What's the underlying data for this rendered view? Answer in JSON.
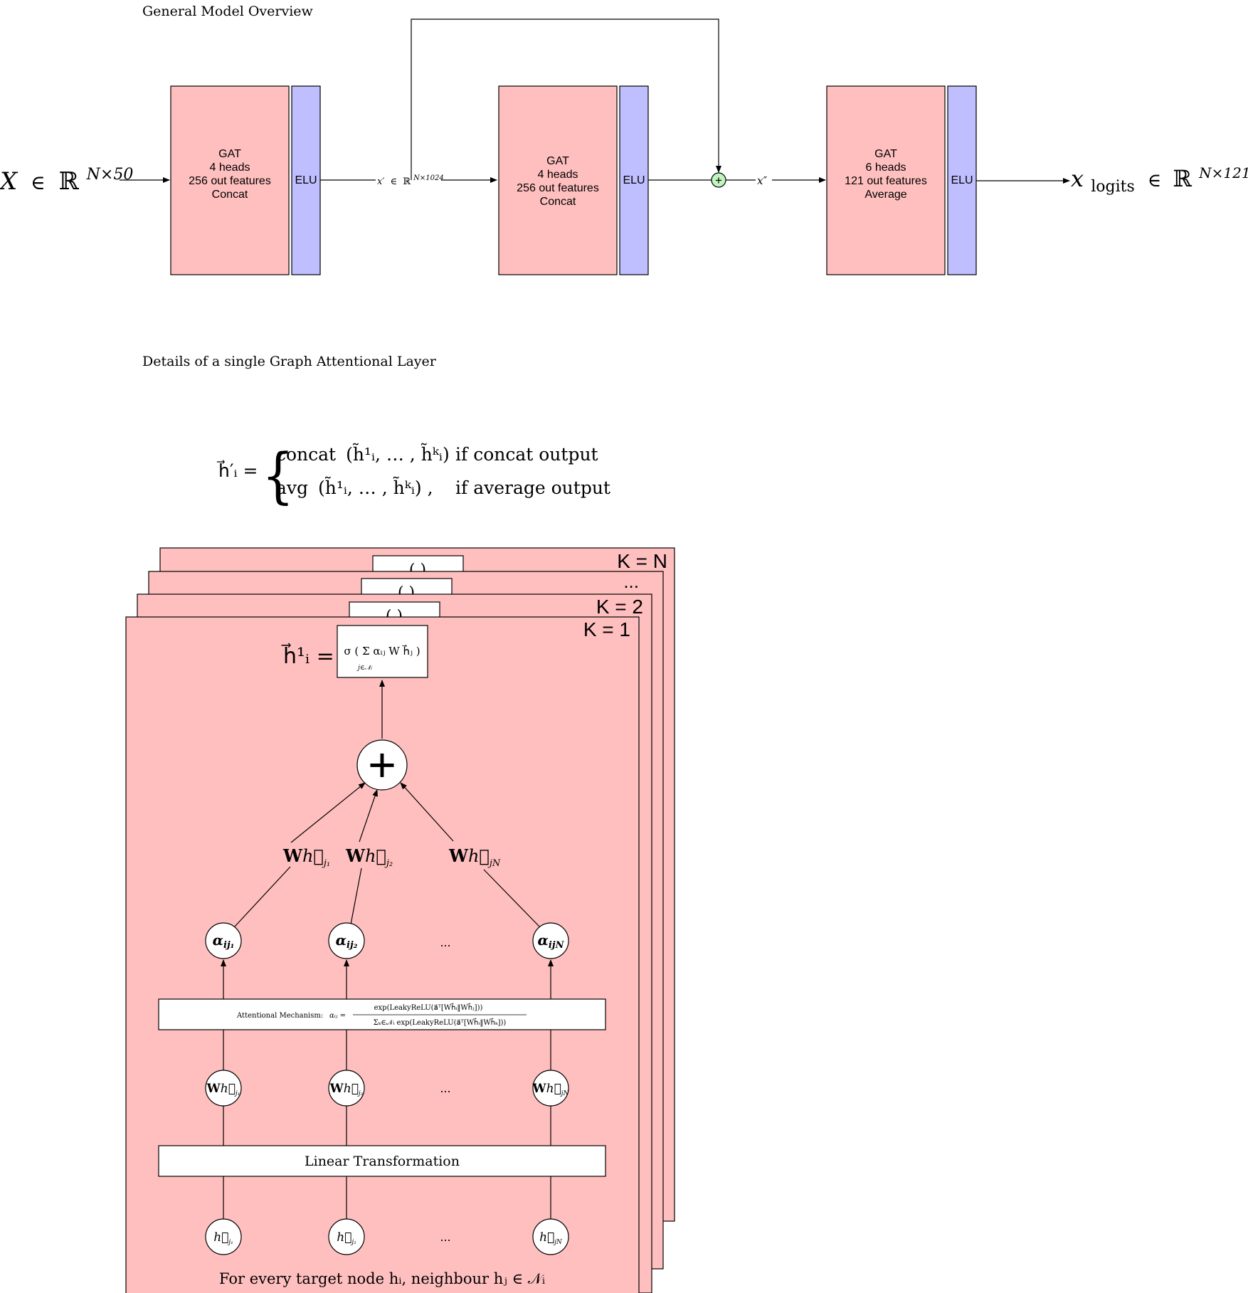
{
  "overview": {
    "title": "General Model Overview",
    "input": {
      "var": "X",
      "rel": "∈",
      "set": "ℝ",
      "sup": "N×50"
    },
    "layers": [
      {
        "lines": [
          "GAT",
          "4 heads",
          "256 out features",
          "Concat"
        ],
        "activation": "ELU"
      },
      {
        "lines": [
          "GAT",
          "4 heads",
          "256 out features",
          "Concat"
        ],
        "activation": "ELU"
      },
      {
        "lines": [
          "GAT",
          "6 heads",
          "121 out features",
          "Average"
        ],
        "activation": "ELU"
      }
    ],
    "edge1": {
      "var": "x′",
      "rel": "∈",
      "set": "ℝ",
      "sup": "N×1024"
    },
    "edge2": {
      "var": "x″"
    },
    "output": {
      "var": "x",
      "sub": "logits",
      "rel": "∈",
      "set": "ℝ",
      "sup": "N×121"
    },
    "skip_symbol": "+"
  },
  "details": {
    "title": "Details of a single Graph Attentional Layer",
    "formula": {
      "lhs": "h⃗′ᵢ =",
      "case1_fn": "concat",
      "case1_args": "(h̃¹ᵢ, … , h̃ᵏᵢ)",
      "case1_cond": "if concat output",
      "case2_fn": "avg",
      "case2_args": "(h̃¹ᵢ, … , h̃ᵏᵢ) ,",
      "case2_cond": "if average output"
    },
    "head_labels": [
      "K = N",
      "...",
      "K = 2",
      "K = 1"
    ],
    "stack_box_text": "(            )",
    "head_output_lhs": "h⃗¹ᵢ =",
    "head_output_formula": "σ ( Σ  αᵢⱼ W h⃗ⱼ )",
    "head_output_sum_index": "j∈𝒩ᵢ",
    "sum_symbol": "+",
    "weighted": [
      {
        "bold": "W",
        "h": "h⃗",
        "sub": "j₁"
      },
      {
        "bold": "W",
        "h": "h⃗",
        "sub": "j₂"
      },
      {
        "bold": "W",
        "h": "h⃗",
        "sub": "jN"
      }
    ],
    "alphas": [
      {
        "base": "α",
        "sub": "ij₁"
      },
      {
        "base": "α",
        "sub": "ij₂"
      },
      {
        "base": "α",
        "sub": "ijN"
      }
    ],
    "ellipsis": "...",
    "attention_label": "Attentional Mechanism:",
    "attention_lhs": "αᵢⱼ =",
    "attention_numerator": "exp(LeakyReLU(a⃗ᵀ[Wh⃗ᵢ‖Wh⃗ⱼ]))",
    "attention_denominator": "Σₖ∈𝒩ᵢ exp(LeakyReLU(a⃗ᵀ[Wh⃗ᵢ‖Wh⃗ₖ]))",
    "transformed": [
      {
        "bold": "W",
        "h": "h⃗",
        "sub": "j₁"
      },
      {
        "bold": "W",
        "h": "h⃗",
        "sub": "j₂"
      },
      {
        "bold": "W",
        "h": "h⃗",
        "sub": "jN"
      }
    ],
    "linear_label": "Linear Transformation",
    "inputs": [
      {
        "h": "h⃗",
        "sub": "j₁"
      },
      {
        "h": "h⃗",
        "sub": "j₂"
      },
      {
        "h": "h⃗",
        "sub": "jN"
      }
    ],
    "footer": "For every target node hᵢ,  neighbour hⱼ ∈ 𝒩ᵢ"
  },
  "colors": {
    "gat_fill": "#ffbfbf",
    "elu_fill": "#bfbfff",
    "skip_fill": "#bff5bf",
    "stroke": "#000000"
  }
}
